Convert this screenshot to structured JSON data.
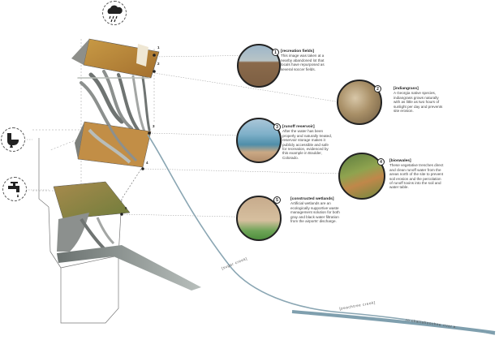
{
  "callouts": [
    {
      "num": "1",
      "title": "[recreation fields]",
      "body": "This image was taken at a nearby abandoned lot that locals have repurposed as several soccer fields."
    },
    {
      "num": "2",
      "title": "[indiangrass]",
      "body": "A Georgia native species, indiangrass grows naturally with as little as two hours of sunlight per day and prevents site erosion."
    },
    {
      "num": "3",
      "title": "[runoff reservoir]",
      "body": "After the water has been properly and naturally treated, reservoir storage makes it publicly accessible and safe for recreation, evidenced by this example in Boulder, Colorado."
    },
    {
      "num": "4",
      "title": "[bioswales]",
      "body": "These vegetative trenches direct and clean runoff water from the areas north of the site to prevent soil erosion and the percolation of runoff toxins into the soil and water table."
    },
    {
      "num": "5",
      "title": "[constructed wetlands]",
      "body": "Artificial wetlands are an ecologically supportive waste management solution for both gray and black water filtration from the airports' discharge."
    }
  ],
  "layer_numbers": [
    "1",
    "2",
    "3",
    "4",
    "5"
  ],
  "creeks": [
    "[sugar creek]",
    "[peachtree creek]",
    "to chattahoochee river ▸"
  ],
  "icons": [
    "rain-cloud-icon",
    "toilet-icon",
    "water-faucet-icon"
  ],
  "colors": {
    "water": "#8aa6b3",
    "grass": "#b9863b",
    "outline": "#222222"
  }
}
